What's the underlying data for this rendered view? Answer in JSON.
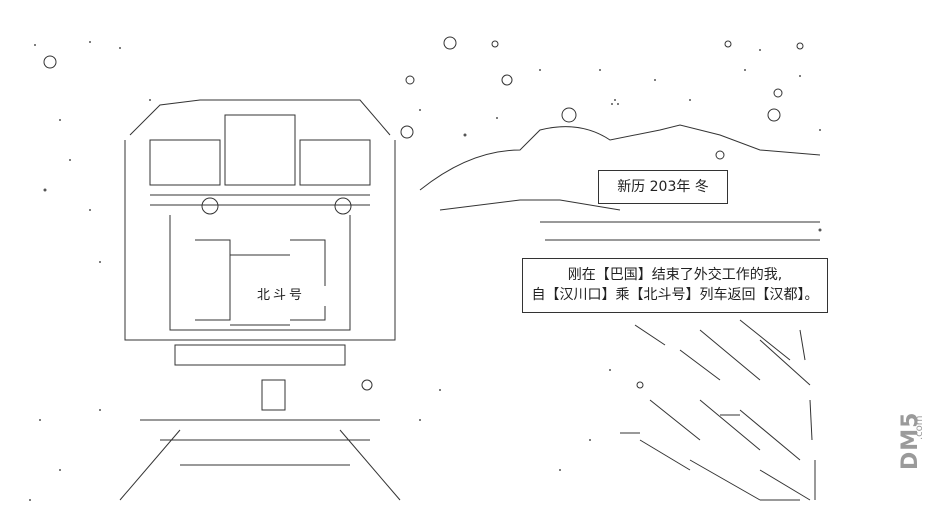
{
  "date_label": "新历 203年 冬",
  "caption": {
    "line1": "刚在【巴国】结束了外交工作的我,",
    "line2": "自【汉川口】乘【北斗号】列车返回【汉都】。"
  },
  "train_plate": "北斗号",
  "watermark": "DM5",
  "watermark_small": ".com"
}
